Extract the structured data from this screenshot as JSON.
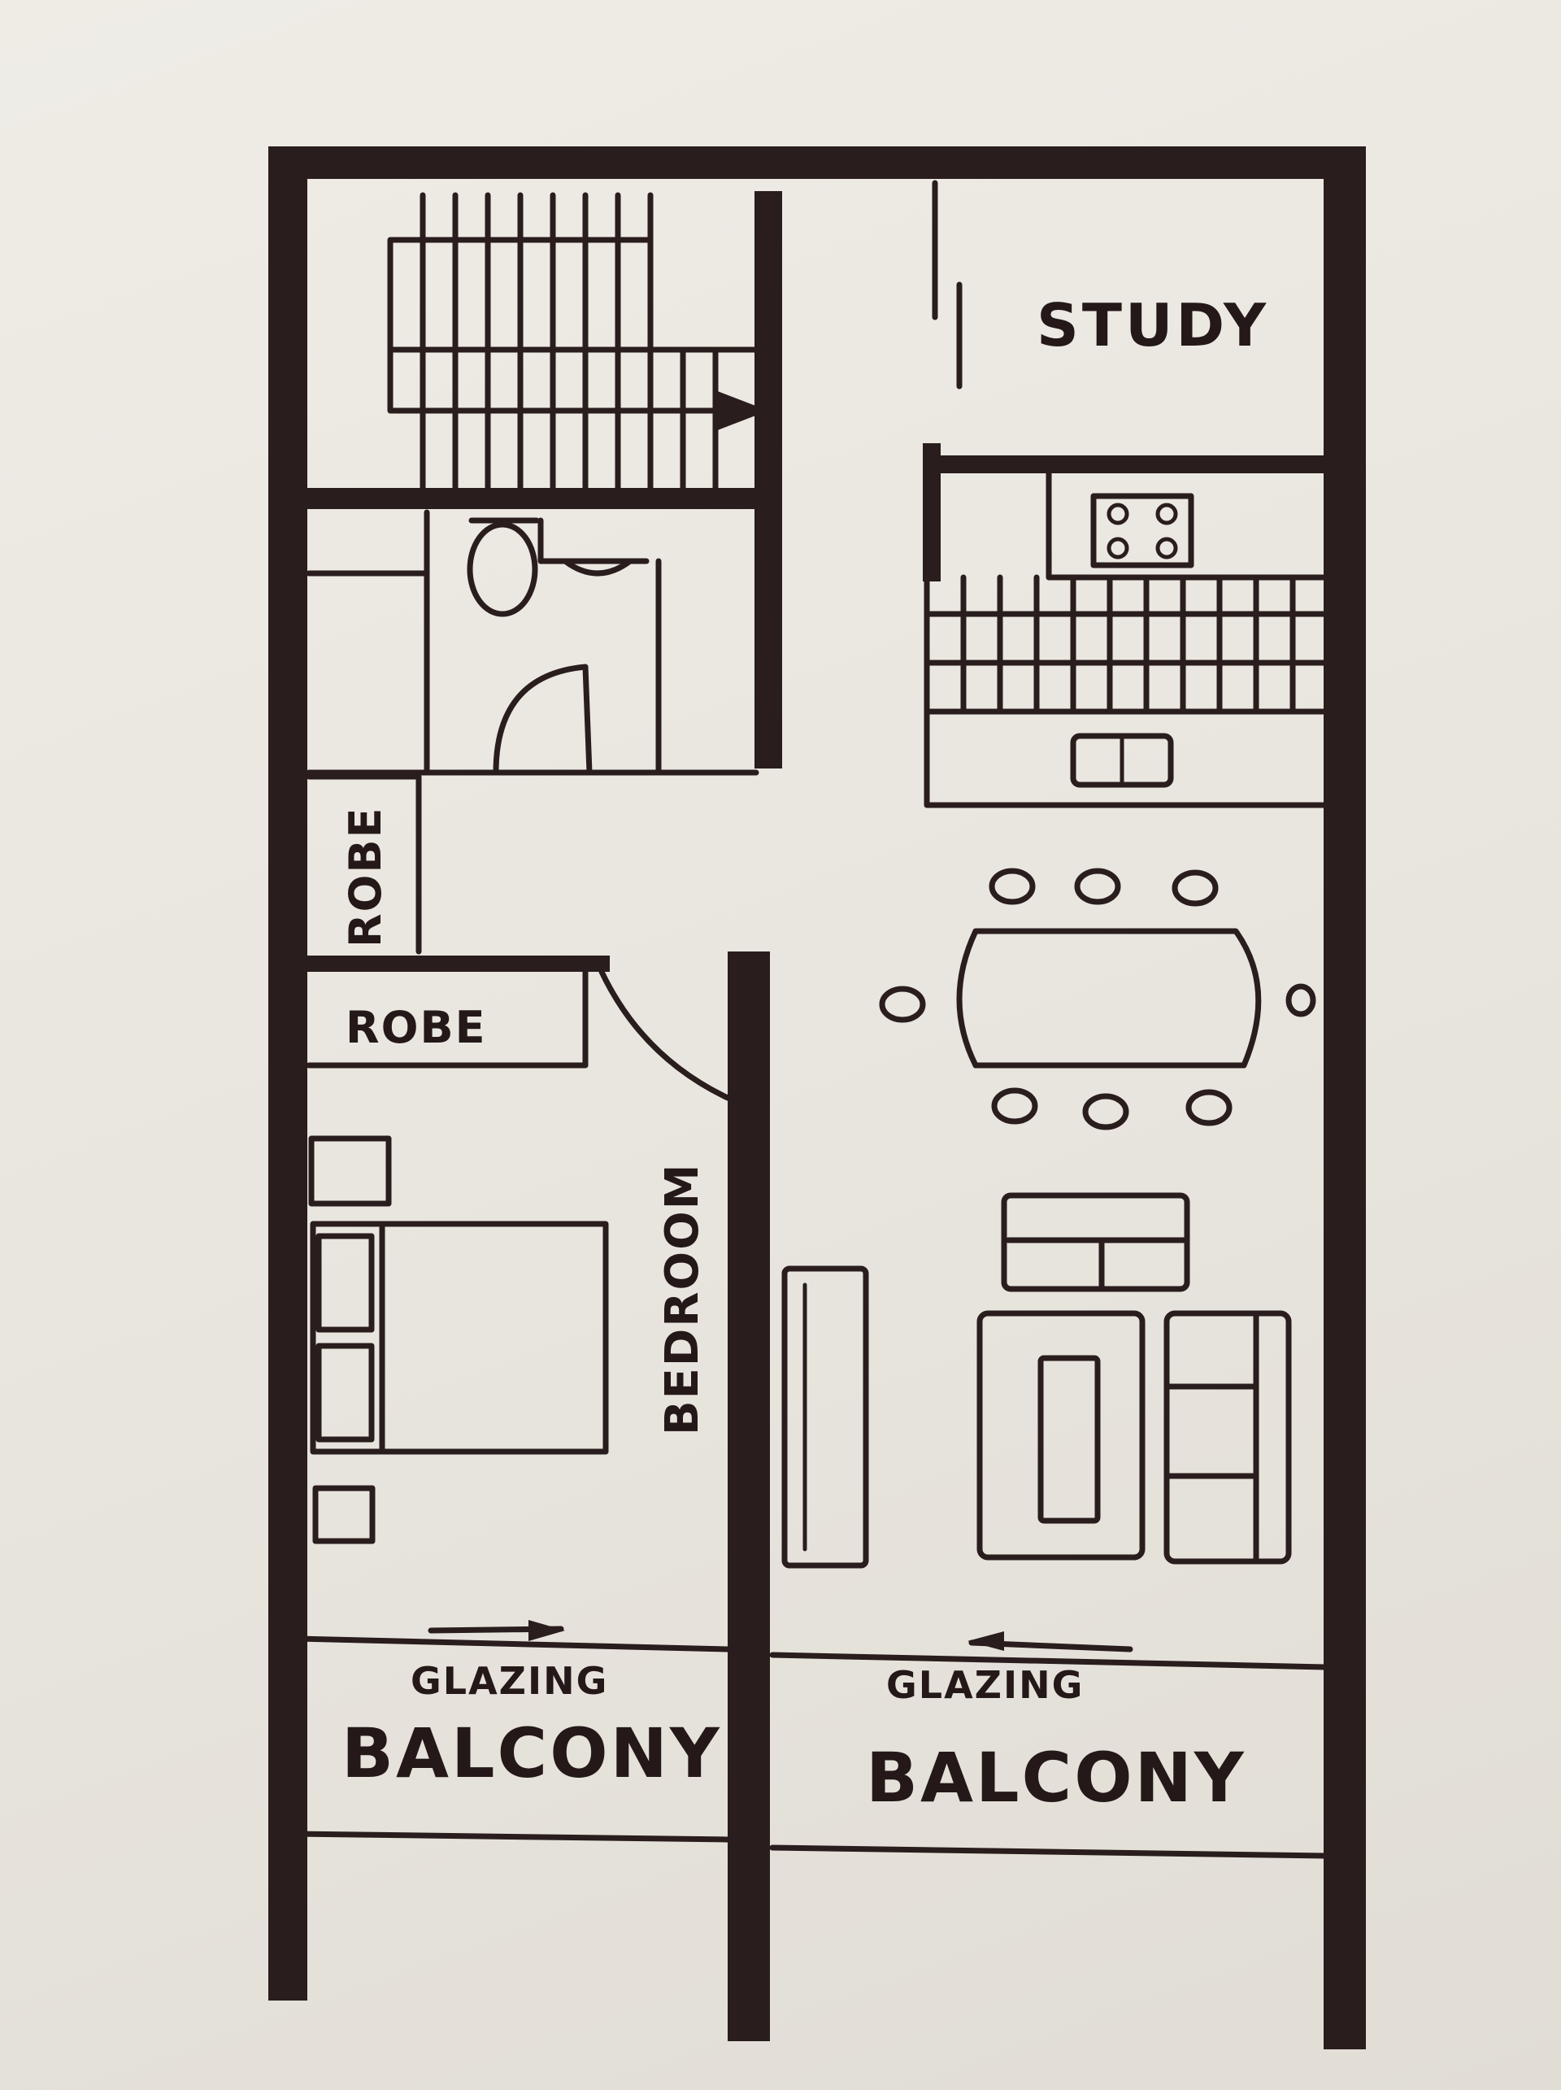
{
  "plan": {
    "labels": {
      "study": "STUDY",
      "robe_upper": "ROBE",
      "robe_lower": "ROBE",
      "bedroom": "BEDROOM",
      "glazing_left": "GLAZING",
      "glazing_right": "GLAZING",
      "balcony_left": "BALCONY",
      "balcony_right": "BALCONY"
    },
    "colors": {
      "ink": "#2a1d1d",
      "paper": "#e9e6df"
    }
  }
}
